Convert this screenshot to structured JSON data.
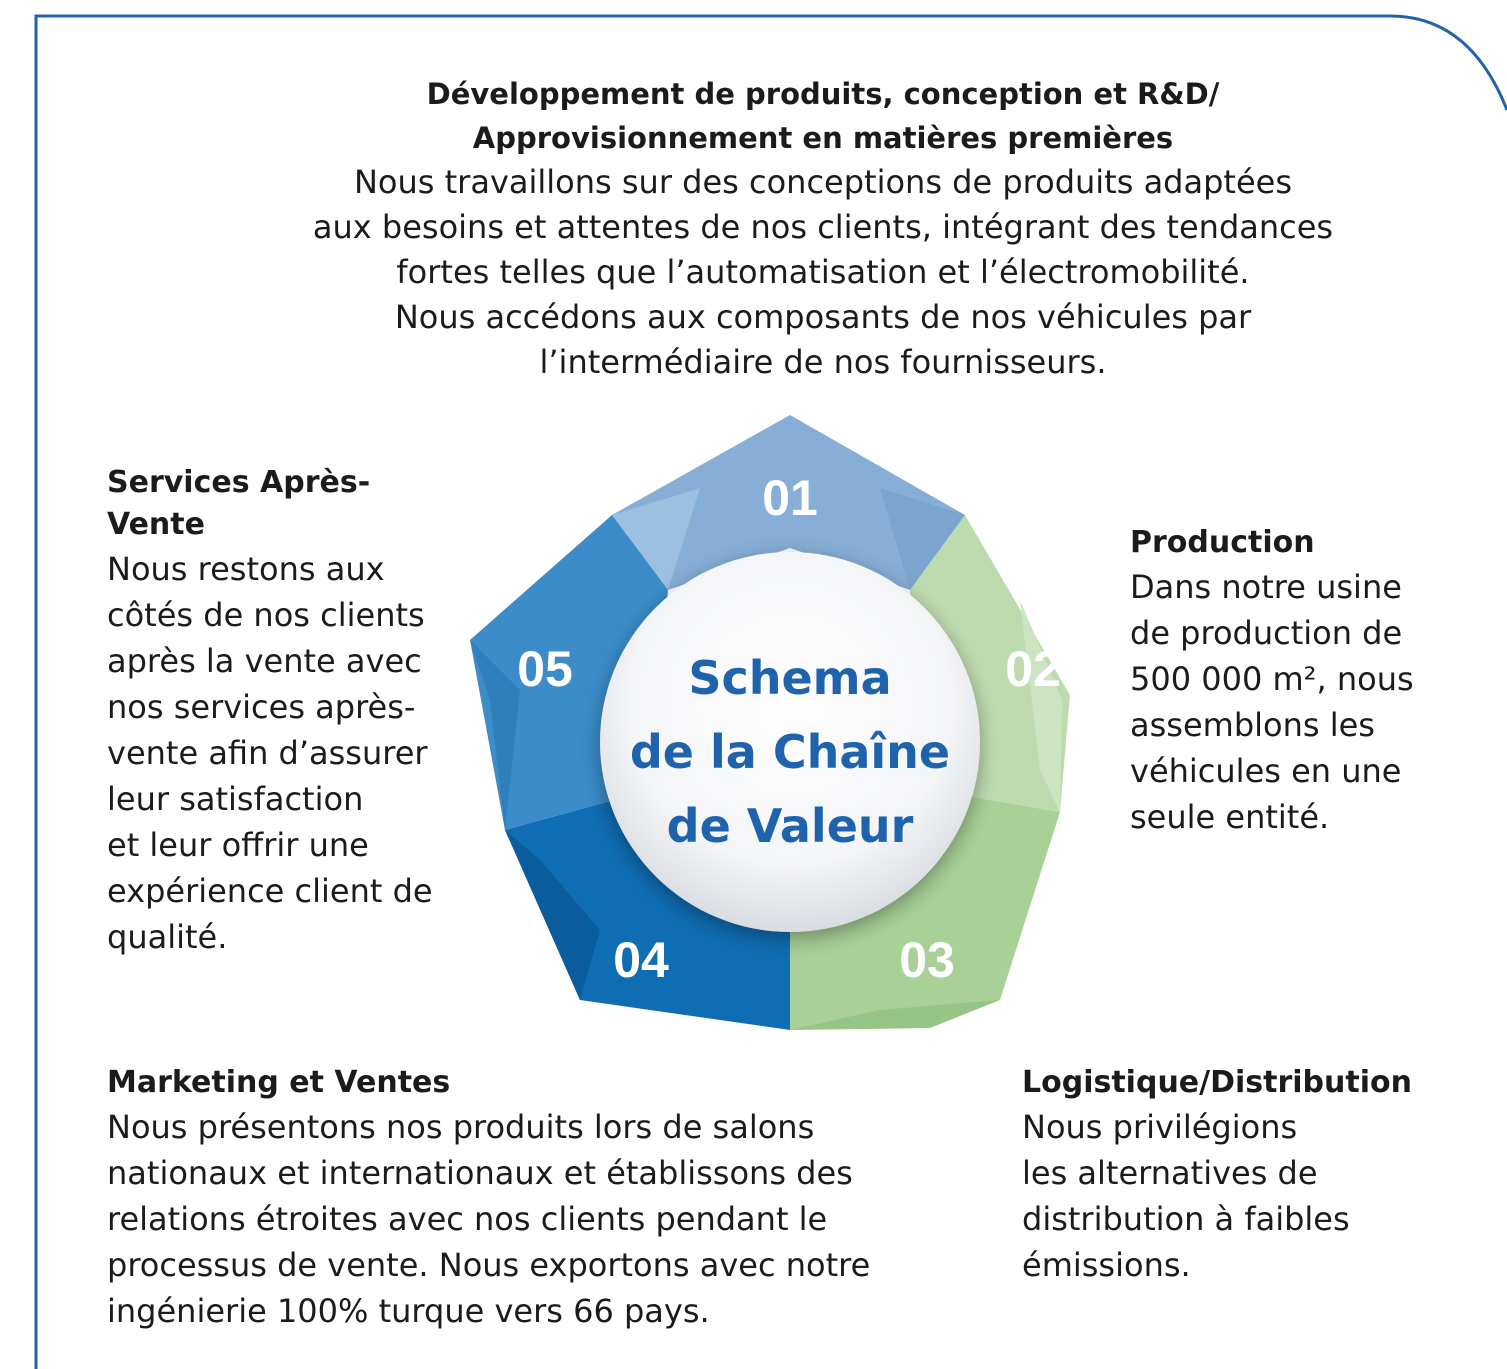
{
  "colors": {
    "frame": "#1f63ad",
    "segment_1": "#86aed6",
    "segment_2": "#bedbb0",
    "segment_3": "#a8d097",
    "segment_4": "#0f6db3",
    "segment_5": "#3b8cc8",
    "center_text": "#1f63ad"
  },
  "top": {
    "title_line1": "Développement de produits, conception et R&D/",
    "title_line2": "Approvisionnement en matières premières",
    "body": [
      "Nous travaillons sur des conceptions de produits adaptées",
      "aux besoins et attentes de nos clients, intégrant des tendances",
      "fortes telles que l’automatisation et l’électromobilité.",
      "Nous accédons aux composants de nos véhicules par",
      "l’intermédiaire de nos fournisseurs."
    ]
  },
  "left": {
    "title": "Services Après-\nVente",
    "body": "Nous restons aux\ncôtés de nos clients\naprès la vente avec\nnos services après-\nvente afin d’assurer\nleur satisfaction\net leur offrir une\nexpérience client de\nqualité."
  },
  "right": {
    "title": "Production",
    "body": "Dans notre usine\nde production de\n500 000 m², nous\nassemblons les\nvéhicules en une\nseule entité."
  },
  "bottom_left": {
    "title": "Marketing et Ventes",
    "body": "Nous présentons nos produits lors de salons\nnationaux et internationaux et établissons des\nrelations étroites avec nos clients pendant le\nprocessus de vente. Nous exportons avec notre\ningénierie 100% turque vers 66 pays."
  },
  "bottom_right": {
    "title": "Logistique/Distribution",
    "body": "Nous privilégions\nles alternatives de\ndistribution à faibles\némissions."
  },
  "wheel": {
    "segments": [
      "01",
      "02",
      "03",
      "04",
      "05"
    ],
    "center_line1": "Schema",
    "center_line2": "de la Chaîne",
    "center_line3": "de Valeur"
  }
}
